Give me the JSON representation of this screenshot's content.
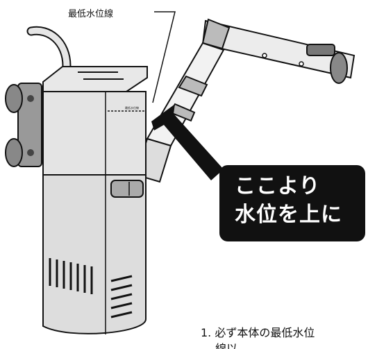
{
  "labels": {
    "min_water_line": "最低水位線",
    "gauge_text": "最低水位線"
  },
  "badge": {
    "line1": "ここより",
    "line2": "水位を上に"
  },
  "instruction": {
    "step": "1. 必ず本体の最低水位",
    "step_cont": "線以"
  },
  "colors": {
    "ink": "#111111",
    "body": "#e6e6e6",
    "badge": "#111111",
    "badge_text": "#ffffff"
  }
}
